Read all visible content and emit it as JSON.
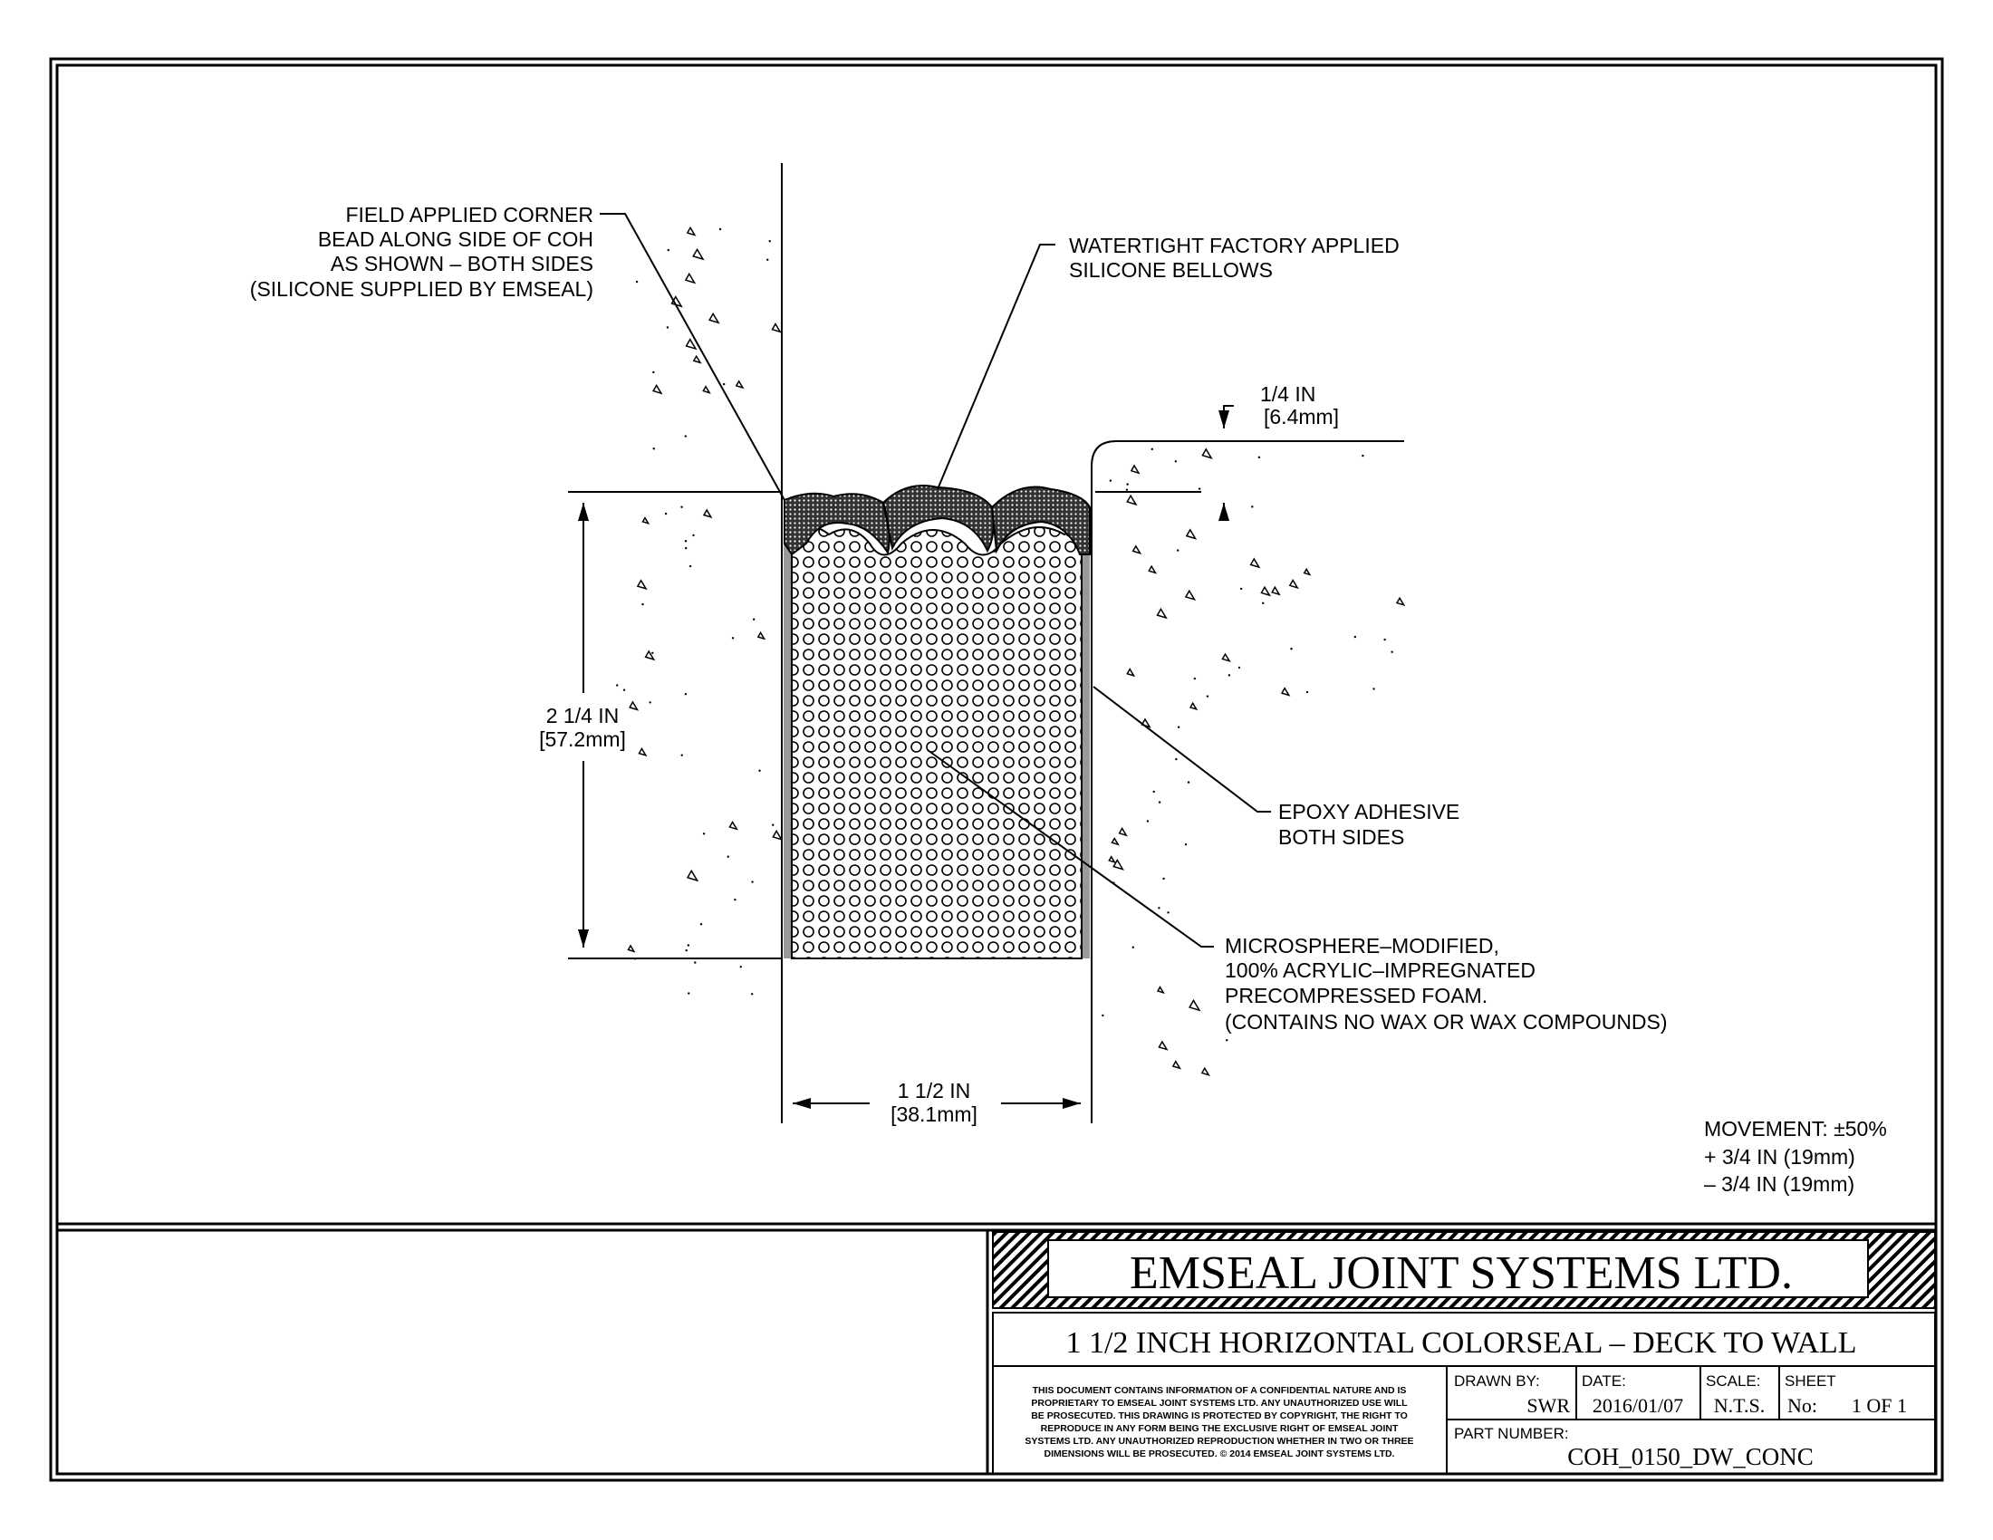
{
  "callouts": {
    "corner_bead": [
      "FIELD APPLIED CORNER",
      "BEAD ALONG SIDE OF COH",
      "AS SHOWN – BOTH SIDES",
      "(SILICONE SUPPLIED BY EMSEAL)"
    ],
    "bellows": [
      "WATERTIGHT FACTORY APPLIED",
      "SILICONE BELLOWS"
    ],
    "epoxy": [
      "EPOXY ADHESIVE",
      "BOTH SIDES"
    ],
    "foam": [
      "MICROSPHERE–MODIFIED,",
      "100% ACRYLIC–IMPREGNATED",
      "PRECOMPRESSED FOAM.",
      "(CONTAINS NO WAX OR WAX COMPOUNDS)"
    ]
  },
  "dimensions": {
    "recess": [
      "1/4 IN",
      "[6.4mm]"
    ],
    "depth": [
      "2 1/4 IN",
      "[57.2mm]"
    ],
    "width": [
      "1 1/2 IN",
      "[38.1mm]"
    ]
  },
  "movement": [
    "MOVEMENT: ±50%",
    "+ 3/4 IN (19mm)",
    "– 3/4 IN (19mm)"
  ],
  "title_block": {
    "company": "EMSEAL JOINT SYSTEMS LTD.",
    "title": "1 1/2 INCH HORIZONTAL COLORSEAL – DECK TO WALL",
    "notice": [
      "THIS DOCUMENT CONTAINS INFORMATION OF A CONFIDENTIAL NATURE AND IS",
      "PROPRIETARY TO EMSEAL JOINT SYSTEMS LTD. ANY UNAUTHORIZED USE WILL",
      "BE PROSECUTED. THIS DRAWING IS PROTECTED BY COPYRIGHT, THE RIGHT TO",
      "REPRODUCE IN ANY FORM BEING THE EXCLUSIVE RIGHT OF EMSEAL JOINT",
      "SYSTEMS LTD. ANY UNAUTHORIZED REPRODUCTION WHETHER IN TWO OR THREE",
      "DIMENSIONS WILL BE PROSECUTED. © 2014 EMSEAL JOINT SYSTEMS LTD."
    ],
    "drawn_by_label": "DRAWN BY:",
    "drawn_by": "SWR",
    "date_label": "DATE:",
    "date": "2016/01/07",
    "scale_label": "SCALE:",
    "scale": "N.T.S.",
    "sheet_label": "SHEET",
    "sheet_no_label": "No:",
    "sheet": "1 OF 1",
    "part_number_label": "PART NUMBER:",
    "part_number": "COH_0150_DW_CONC"
  }
}
